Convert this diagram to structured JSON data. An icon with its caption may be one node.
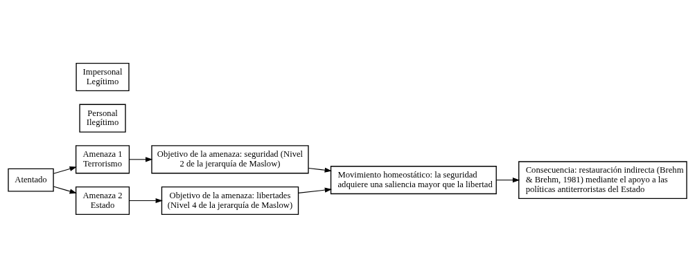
{
  "diagram": {
    "nodes": [
      {
        "text": [
          "Atentado"
        ]
      },
      {
        "text": [
          "Amenaza 1 Terrorismo"
        ]
      },
      {
        "text": [
          "Personal Ilegítimo"
        ]
      },
      {
        "text": [
          "Objetivo de la amenaza: seguridad (Nivel 2 de la jerarquía de Maslow)"
        ]
      },
      {
        "text": [
          "Movimiento homeostático: la seguridad adquiere una saliencia mayor que la libertad"
        ]
      },
      {
        "text": [
          "Amenaza 2 Estado"
        ]
      },
      {
        "text": [
          "Impersonal Legítimo"
        ]
      },
      {
        "text": [
          "Objetivo de la amenaza: libertades (Nivel 4 de la jerarquía de Maslow)"
        ]
      },
      {
        "text": [
          "Consecuencia: restauración indirecta (Brehm & Brehm, 1981) mediante el apoyo a las políticas antiterroristas del Estado"
        ]
      }
    ],
    "edges": [
      {
        "from": 0,
        "to": 1,
        "arrow": "to"
      },
      {
        "from": 0,
        "to": 5,
        "arrow": "to"
      },
      {
        "from": 1,
        "to": 3,
        "arrow": "to"
      },
      {
        "from": 5,
        "to": 7,
        "arrow": "to"
      },
      {
        "from": 3,
        "to": 4,
        "arrow": "to"
      },
      {
        "from": 7,
        "to": 4,
        "arrow": "to"
      },
      {
        "from": 4,
        "to": 8,
        "arrow": "to"
      }
    ]
  }
}
